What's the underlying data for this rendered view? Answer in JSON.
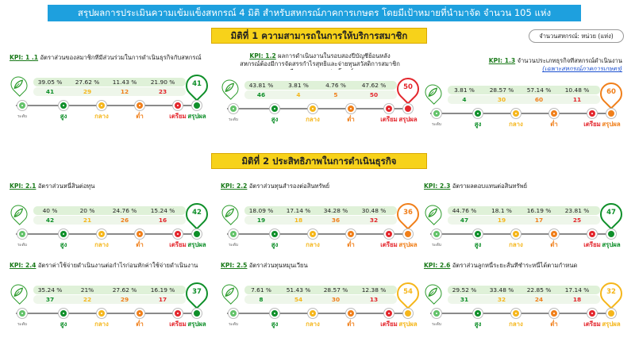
{
  "header": {
    "title": "สรุปผลการประเมินความเข้มแข็งสหกรณ์ 4 มิติ  สำหรับสหกรณ์ภาคการเกษตร โดยมีเป้าหมายที่นำมาจัด จำนวน 105 แห่ง",
    "unit_note": "จำนวนสหกรณ์: หน่วย (แห่ง)"
  },
  "sections": [
    {
      "title": "มิติที่ 1 ความสามารถในการให้บริการสมาชิก"
    },
    {
      "title": "มิติที่ 2 ประสิทธิภาพในการดำเนินธุรกิจ"
    }
  ],
  "levels": {
    "start": "ระดับ",
    "high": "สูง",
    "mid": "กลาง",
    "low": "ต่ำ",
    "prep": "เตรียม",
    "summary": "สรุปผล"
  },
  "colors": {
    "start": "#63c26a",
    "high": "#0f8f2a",
    "mid": "#f5b61b",
    "low": "#f07f1a",
    "prep": "#e3262c",
    "summary_green": "#0f8f2a",
    "summary_orange": "#f07f1a",
    "summary_yellow": "#f5b61b"
  },
  "kpis": [
    {
      "code": "KPI: 1 .1",
      "text": " อัตราส่วนของสมาชิกที่มีส่วนร่วมในการดำเนินธุรกิจกับสหกรณ์",
      "text2": "",
      "sub": "",
      "pct": [
        "39.05 %",
        "27.62 %",
        "11.43 %",
        "21.90 %"
      ],
      "cnt": [
        "41",
        "29",
        "12",
        "23"
      ],
      "summary": "41",
      "summary_color": "green"
    },
    {
      "code": "KPI: 1.2",
      "text": " ผลการดำเนินงานในรอบสองปีบัญชีย้อนหลัง",
      "text2": "สหกรณ์ต้องมีการจัดสรรกำไรสุทธิและจ่ายทุนสวัสดิการสมาชิก",
      "text3": "หรือทุนสาธารณประโยชน์",
      "sub": "",
      "pct": [
        "43.81 %",
        "3.81 %",
        "4.76 %",
        "47.62 %"
      ],
      "cnt": [
        "46",
        "4",
        "5",
        "50"
      ],
      "summary": "50",
      "summary_color": "red"
    },
    {
      "code": "KPI: 1.3",
      "text": " จำนวนประเภทธุรกิจที่สหกรณ์ดำเนินงาน",
      "text2": "",
      "sub": "(เฉพาะสหกรณ์ภาคการเกษตร)",
      "pct": [
        "3.81 %",
        "28.57 %",
        "57.14 %",
        "10.48 %"
      ],
      "cnt": [
        "4",
        "30",
        "60",
        "11"
      ],
      "summary": "60",
      "summary_color": "orange"
    },
    {
      "code": "KPI: 2.1",
      "text": " อัตราส่วนหนี้สินต่อทุน",
      "text2": "",
      "sub": "",
      "pct": [
        "40 %",
        "20 %",
        "24.76 %",
        "15.24 %"
      ],
      "cnt": [
        "42",
        "21",
        "26",
        "16"
      ],
      "summary": "42",
      "summary_color": "green"
    },
    {
      "code": "KPI: 2.2",
      "text": "  อัตราส่วนทุนสำรองต่อสินทรัพย์",
      "text2": "",
      "sub": "",
      "pct": [
        "18.09 %",
        "17.14 %",
        "34.28 %",
        "30.48 %"
      ],
      "cnt": [
        "19",
        "18",
        "36",
        "32"
      ],
      "summary": "36",
      "summary_color": "orange"
    },
    {
      "code": "KPI: 2.3",
      "text": " อัตราผลตอบแทนต่อสินทรัพย์",
      "text2": "",
      "sub": "",
      "pct": [
        "44.76 %",
        "18.1 %",
        "16.19 %",
        "23.81 %"
      ],
      "cnt": [
        "47",
        "19",
        "17",
        "25"
      ],
      "summary": "47",
      "summary_color": "green"
    },
    {
      "code": "KPI: 2.4",
      "text": " อัตราค่าใช้จ่ายดำเนินงานต่อกำไรก่อนหักค่าใช้จ่ายดำเนินงาน",
      "text2": "",
      "sub": "",
      "pct": [
        "35.24 %",
        "21%",
        "27.62 %",
        "16.19 %"
      ],
      "cnt": [
        "37",
        "22",
        "29",
        "17"
      ],
      "summary": "37",
      "summary_color": "green"
    },
    {
      "code": "KPI: 2.5",
      "text": " อัตราส่วนทุนหมุนเวียน",
      "text2": "",
      "sub": "",
      "pct": [
        "7.61 %",
        "51.43 %",
        "28.57 %",
        "12.38 %"
      ],
      "cnt": [
        "8",
        "54",
        "30",
        "13"
      ],
      "summary": "54",
      "summary_color": "yellow"
    },
    {
      "code": "KPI: 2.6",
      "text": " อัตราส่วนลูกหนี้ระยะสั้นที่ชำระหนี้ได้ตามกำหนด",
      "text2": "",
      "sub": "",
      "pct": [
        "29.52 %",
        "33.48 %",
        "22.85 %",
        "17.14 %"
      ],
      "cnt": [
        "31",
        "32",
        "24",
        "18"
      ],
      "summary": "32",
      "summary_color": "yellow"
    }
  ]
}
